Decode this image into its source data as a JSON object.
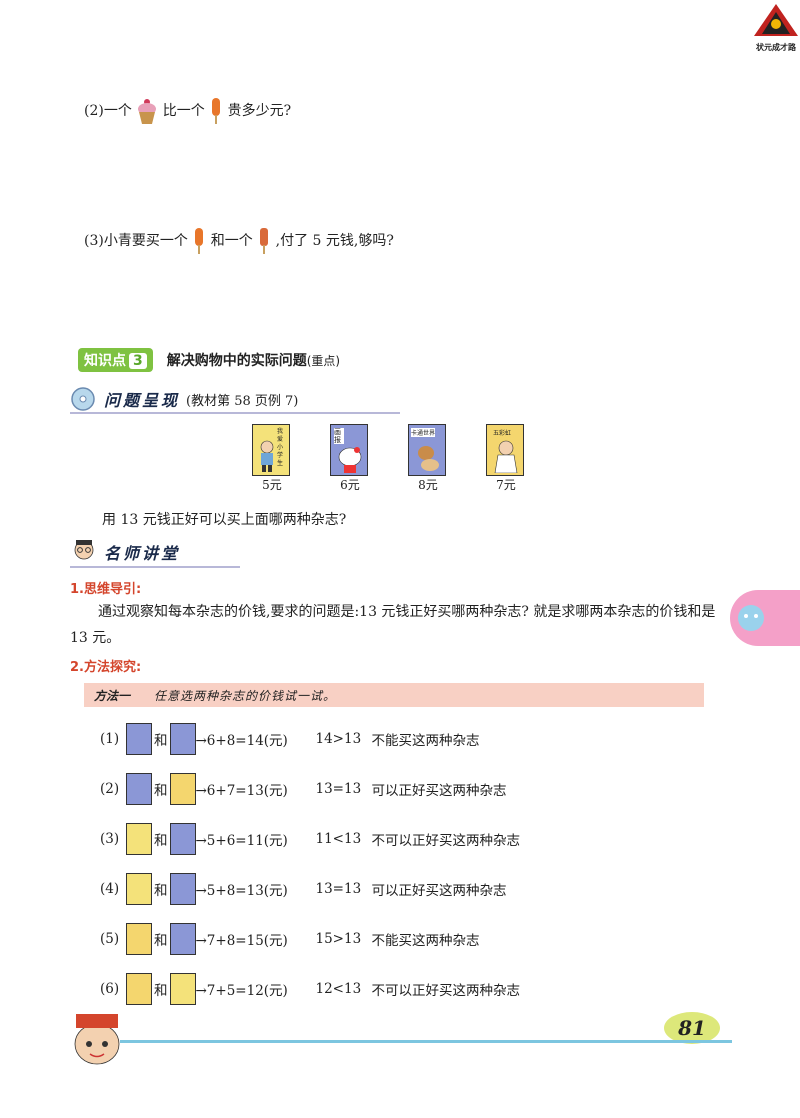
{
  "q2": {
    "prefix": "(2)一个",
    "mid": "比一个",
    "suffix": "贵多少元?"
  },
  "q3": {
    "prefix": "(3)小青要买一个",
    "mid": "和一个",
    "suffix": ",付了 5 元钱,够吗?"
  },
  "knowledge": {
    "badge": "知识点",
    "num": "3",
    "title": "解决购物中的实际问题",
    "tag": "(重点)"
  },
  "problem": {
    "header": "问题呈现",
    "ref": "(教材第 58 页例 7)"
  },
  "magazines": [
    {
      "cover": "我爱小学生",
      "price": "5元",
      "color": "#f4e27a"
    },
    {
      "cover": "画报",
      "price": "6元",
      "color": "#8b97d6"
    },
    {
      "cover": "卡通世界",
      "price": "8元",
      "color": "#8b97d6"
    },
    {
      "cover": "五彩虹",
      "price": "7元",
      "color": "#f4d66e"
    }
  ],
  "question": "用 13 元钱正好可以买上面哪两种杂志?",
  "lecture": {
    "header": "名师讲堂"
  },
  "guide": {
    "title": "1.思维导引:",
    "text": "通过观察知每本杂志的价钱,要求的问题是:13 元钱正好买哪两种杂志? 就是求哪两本杂志的价钱和是 13 元。"
  },
  "explore": {
    "title": "2.方法探究:"
  },
  "method1": {
    "label": "方法一",
    "text": "任意选两种杂志的价钱试一试。"
  },
  "rows": [
    {
      "idx": "(1)",
      "a": 1,
      "b": 2,
      "he": "和",
      "eq": "→6+8=14(元)",
      "cmp": "14>13",
      "res": "不能买这两种杂志"
    },
    {
      "idx": "(2)",
      "a": 1,
      "b": 3,
      "he": "和",
      "eq": "→6+7=13(元)",
      "cmp": "13=13",
      "res": "可以正好买这两种杂志"
    },
    {
      "idx": "(3)",
      "a": 0,
      "b": 1,
      "he": "和",
      "eq": "→5+6=11(元)",
      "cmp": "11<13",
      "res": "不可以正好买这两种杂志"
    },
    {
      "idx": "(4)",
      "a": 0,
      "b": 2,
      "he": "和",
      "eq": "→5+8=13(元)",
      "cmp": "13=13",
      "res": "可以正好买这两种杂志"
    },
    {
      "idx": "(5)",
      "a": 3,
      "b": 2,
      "he": "和",
      "eq": "→7+8=15(元)",
      "cmp": "15>13",
      "res": "不能买这两种杂志"
    },
    {
      "idx": "(6)",
      "a": 3,
      "b": 0,
      "he": "和",
      "eq": "→7+5=12(元)",
      "cmp": "12<13",
      "res": "不可以正好买这两种杂志"
    }
  ],
  "page_number": "81",
  "logo": {
    "text": "状元成才路"
  }
}
